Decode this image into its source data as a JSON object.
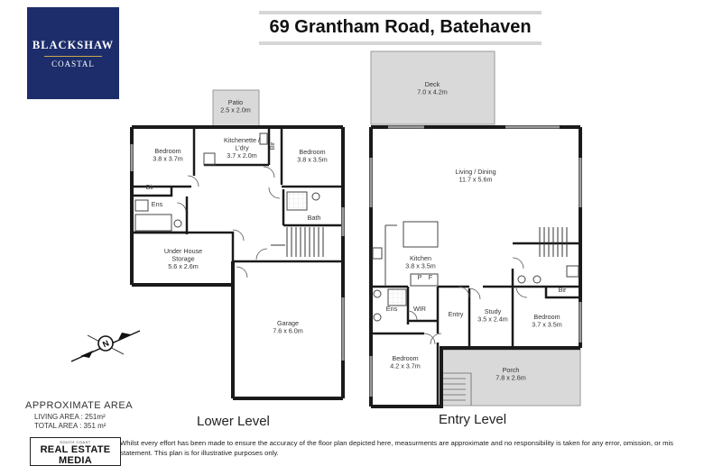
{
  "brand": {
    "name": "BLACKSHAW",
    "sub": "COASTAL",
    "color": "#1d2d6b",
    "accent": "#c9a84f"
  },
  "title": "69 Grantham Road, Batehaven",
  "levels": {
    "lower": "Lower Level",
    "entry": "Entry Level"
  },
  "lower_rooms": [
    {
      "name": "Patio",
      "dims": "2.5 x 2.0m"
    },
    {
      "name": "Kitchenette /",
      "name2": "L'dry",
      "dims": "3.7 x 2.0m"
    },
    {
      "name": "Bedroom",
      "dims": "3.8 x 3.7m"
    },
    {
      "name": "Bedroom",
      "dims": "3.8 x 3.5m"
    },
    {
      "name": "Bir"
    },
    {
      "name": "Bir"
    },
    {
      "name": "Ens"
    },
    {
      "name": "Bath"
    },
    {
      "name": "Under House",
      "name2": "Storage",
      "dims": "5.6 x 2.6m"
    },
    {
      "name": "Garage",
      "dims": "7.6 x 6.0m"
    }
  ],
  "entry_rooms": [
    {
      "name": "Deck",
      "dims": "7.0 x 4.2m"
    },
    {
      "name": "Living / Dining",
      "dims": "11.7 x 5.6m"
    },
    {
      "name": "Kitchen",
      "dims": "3.8 x 3.5m"
    },
    {
      "name": "P"
    },
    {
      "name": "F"
    },
    {
      "name": "Ens"
    },
    {
      "name": "WIR"
    },
    {
      "name": "Entry"
    },
    {
      "name": "Study",
      "dims": "3.5 x 2.4m"
    },
    {
      "name": "Bedroom",
      "dims": "3.7 x 3.5m"
    },
    {
      "name": "Bir"
    },
    {
      "name": "Bedroom",
      "dims": "4.2 x 3.7m"
    },
    {
      "name": "Porch",
      "dims": "7.8 x 2.6m"
    }
  ],
  "compass": {
    "label": "N"
  },
  "area": {
    "title": "APPROXIMATE AREA",
    "living": "LIVING  AREA  :  251m²",
    "total": "TOTAL  AREA  :  351 m²"
  },
  "rem": {
    "small": "SOUTH COAST",
    "big": "REAL ESTATE MEDIA"
  },
  "disclaimer": "Whilst every effort has been made to ensure the accuracy of the floor plan depicted here, measurments are approximate and no responsibility is taken for any error, omission, or mis statement. This plan is for illustrative purposes only."
}
